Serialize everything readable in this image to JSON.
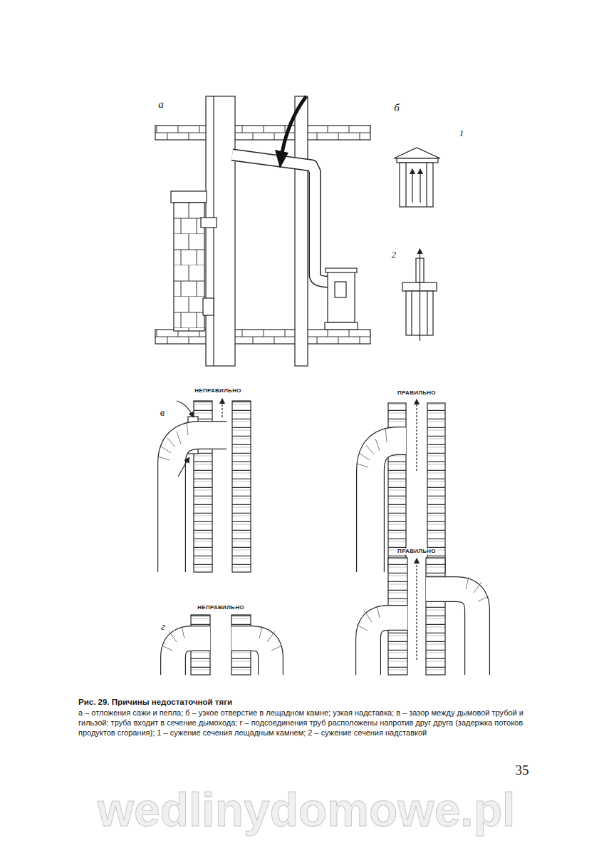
{
  "diagram": {
    "title": "Рис. 29. Причины недостаточной тяги",
    "caption": "а – отложения сажи и пепла; б – узкое отверстие в лещадном камне; узкая надставка; в – зазор между дымовой трубой и гильзой; труба входит в сечение дымохода; г – подсоединения труб расположены напротив друг друга (задержка потоков продуктов сгорания); 1 – сужение сечения лещадным камнем; 2 – сужение сечения надставкой",
    "labels": [
      "а",
      "б",
      "1",
      "2",
      "в",
      "НЕПРАВИЛЬНО",
      "ПРАВИЛЬНО",
      "г",
      "НЕПРАВИЛЬНО",
      "ПРАВИЛЬНО",
      "35",
      "wedlinydomowe.pl"
    ]
  }
}
